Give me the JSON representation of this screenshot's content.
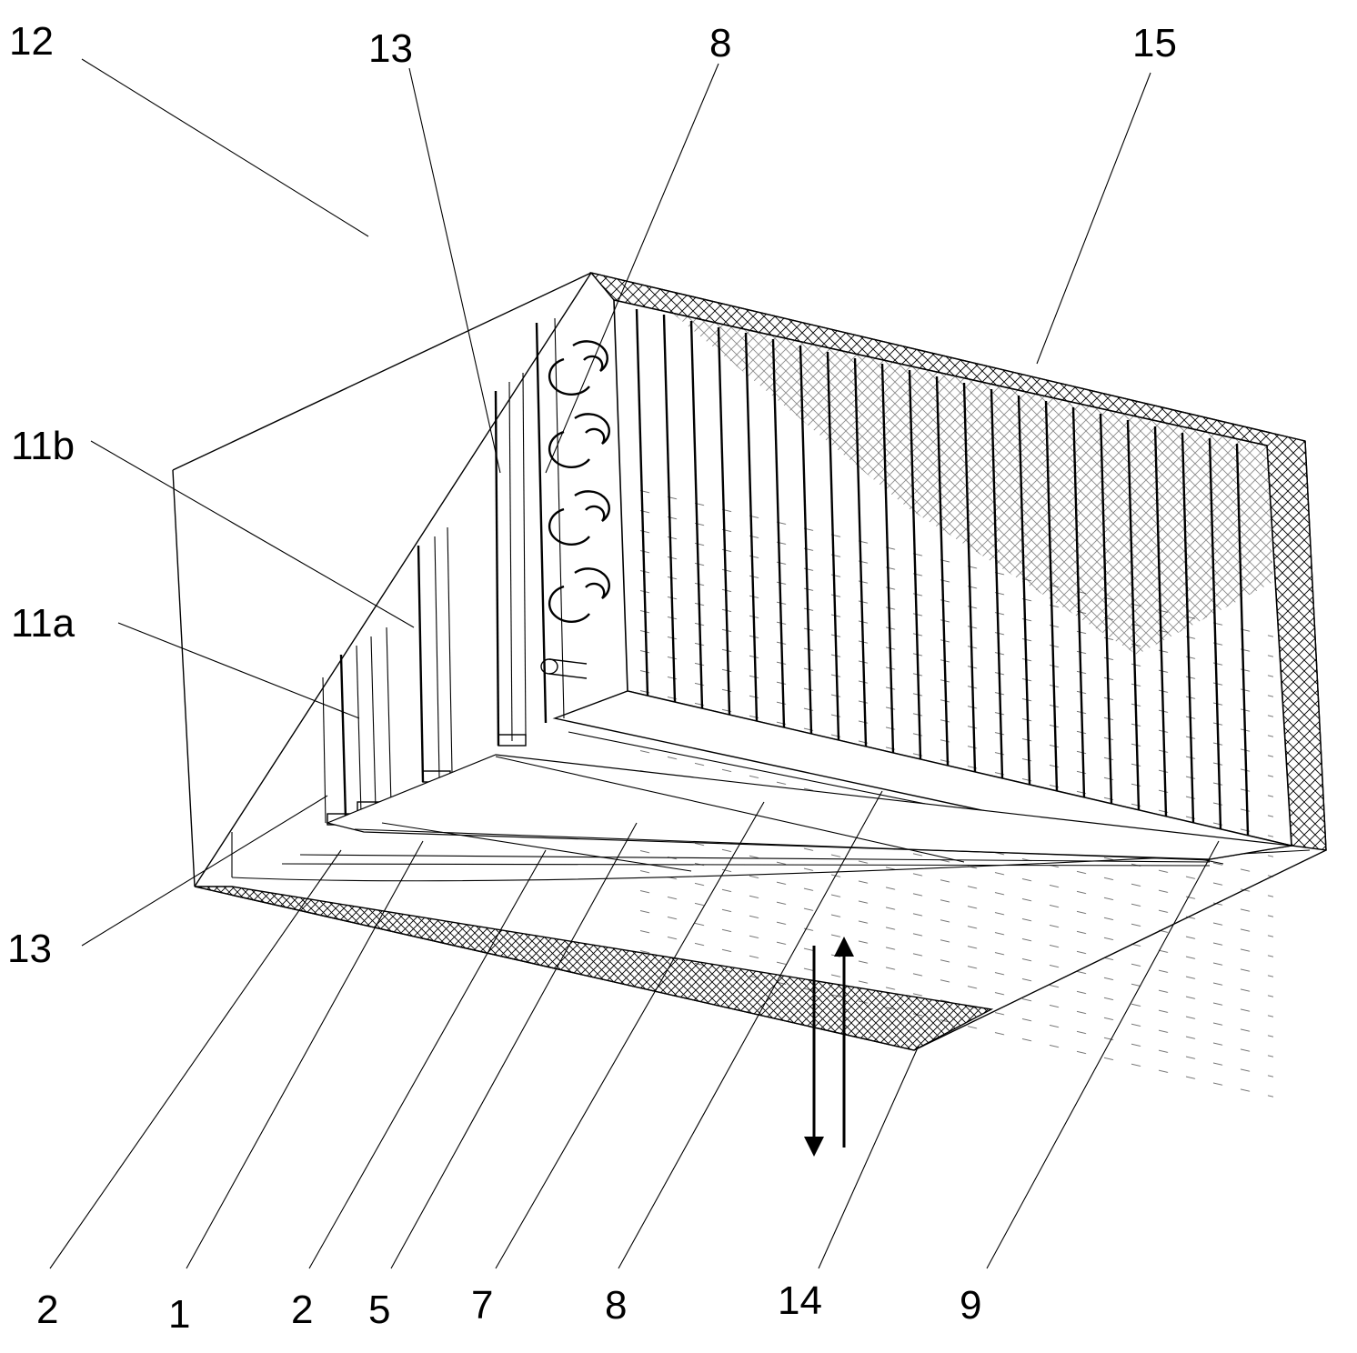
{
  "figure": {
    "labels": {
      "l12": "12",
      "l13_top": "13",
      "l8_top": "8",
      "l15": "15",
      "l11b": "11b",
      "l11a": "11a",
      "l13_left": "13",
      "l2_a": "2",
      "l1": "1",
      "l2_b": "2",
      "l5": "5",
      "l7": "7",
      "l8_bottom": "8",
      "l14": "14",
      "l9": "9"
    }
  }
}
